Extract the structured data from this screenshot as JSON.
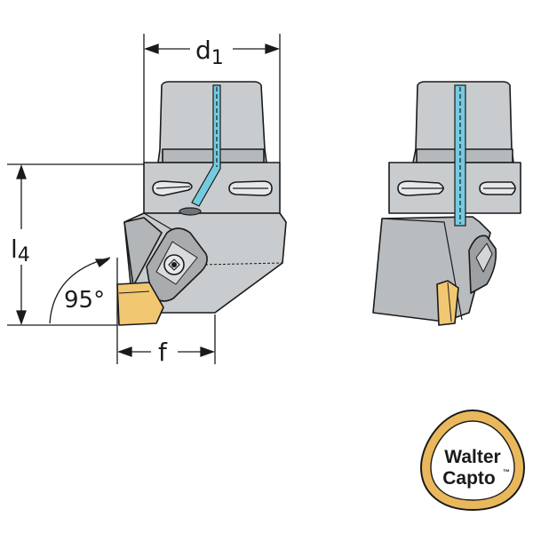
{
  "dimensions": {
    "d1": {
      "symbol": "d",
      "subscript": "1"
    },
    "l4": {
      "symbol": "l",
      "subscript": "4"
    },
    "f": {
      "symbol": "f"
    },
    "angle": {
      "value": "95°"
    }
  },
  "logo": {
    "line1": "Walter",
    "line2": "Capto",
    "mark": "™"
  },
  "colors": {
    "body": "#c9ccce",
    "body_dark": "#9da1a4",
    "coolant": "#74cbe0",
    "insert": "#f1c772",
    "logo_ring": "#eab85c",
    "outline": "#1a1a1a"
  }
}
